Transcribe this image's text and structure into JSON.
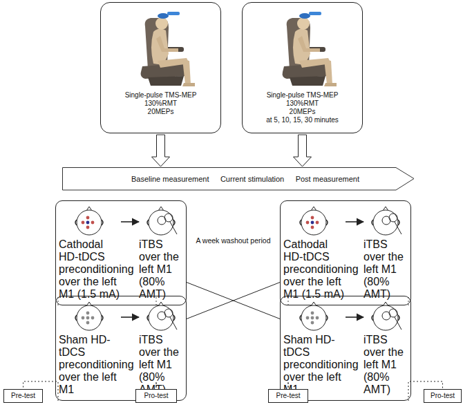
{
  "diagram": {
    "nodes": [
      {
        "text": [
          "Single-pulse TMS-MEP",
          "130%RMT",
          "20MEPs"
        ]
      },
      {
        "text": [
          "Single-pulse TMS-MEP",
          "130%RMT",
          "20MEPs",
          "at 5, 10, 15, 30 minutes"
        ]
      },
      {
        "text": [
          "Baseline measurement",
          "Current stimulation",
          "Post measurement"
        ]
      },
      {
        "text": []
      },
      {
        "text": [
          "Cathodal HD-tDCS preconditioning over the left M1 (1.5 mA)"
        ],
        "in": 3
      },
      {
        "text": [
          "iTBS over the left M1 (80% AMT)"
        ],
        "in": 3
      },
      {
        "text": []
      },
      {
        "text": [
          "Cathodal HD-tDCS preconditioning over the left M1 (1.5 mA)"
        ],
        "in": 6
      },
      {
        "text": [
          "iTBS over the left M1 (80% AMT)"
        ],
        "in": 6
      },
      {
        "text": []
      },
      {
        "text": [
          "Sham HD-tDCS preconditioning over the left M1"
        ],
        "in": 9
      },
      {
        "text": [
          "iTBS over the left M1 (80% AMT)"
        ],
        "in": 9
      },
      {
        "text": []
      },
      {
        "text": [
          "Sham HD-tDCS preconditioning over the left M1"
        ],
        "in": 12
      },
      {
        "text": [
          "iTBS over the left M1 (80% AMT)"
        ],
        "in": 12
      },
      {
        "text": [
          "Pre-test"
        ]
      },
      {
        "text": [
          "Pro-test"
        ]
      },
      {
        "text": [
          "Pre-test"
        ]
      },
      {
        "text": [
          "Pro-test"
        ]
      }
    ],
    "edges": [
      {
        "from": 0,
        "to": 2,
        "arrow": "to"
      },
      {
        "from": 1,
        "to": 2,
        "arrow": "to"
      },
      {
        "from": 4,
        "to": 5,
        "arrow": "to"
      },
      {
        "from": 7,
        "to": 8,
        "arrow": "to"
      },
      {
        "from": 10,
        "to": 11,
        "arrow": "to"
      },
      {
        "from": 13,
        "to": 14,
        "arrow": "to"
      },
      {
        "from": 3,
        "to": 12,
        "arrow": "none"
      },
      {
        "from": 9,
        "to": 6,
        "arrow": "none"
      },
      {
        "from": 9,
        "to": 15,
        "arrow": "none"
      },
      {
        "from": 9,
        "to": 16,
        "arrow": "none"
      },
      {
        "from": 12,
        "to": 17,
        "arrow": "none"
      },
      {
        "from": 12,
        "to": 18,
        "arrow": "none"
      }
    ],
    "labels": [
      "A week washout period"
    ]
  }
}
